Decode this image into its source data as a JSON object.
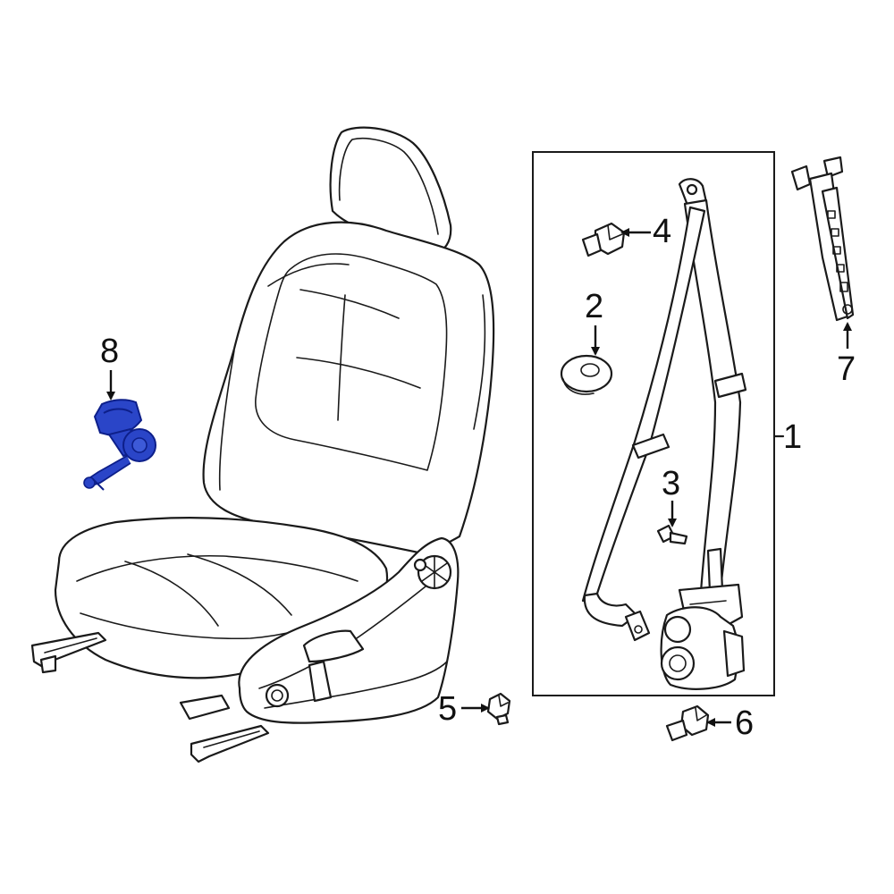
{
  "callouts": [
    {
      "id": "1",
      "label": "1"
    },
    {
      "id": "2",
      "label": "2"
    },
    {
      "id": "3",
      "label": "3"
    },
    {
      "id": "4",
      "label": "4"
    },
    {
      "id": "5",
      "label": "5"
    },
    {
      "id": "6",
      "label": "6"
    },
    {
      "id": "7",
      "label": "7"
    },
    {
      "id": "8",
      "label": "8"
    }
  ],
  "colors": {
    "line": "#1a1a1a",
    "highlight": "#2a45c8",
    "highlight_dark": "#0d1f8a",
    "background": "#ffffff"
  },
  "highlighted_part": "8"
}
